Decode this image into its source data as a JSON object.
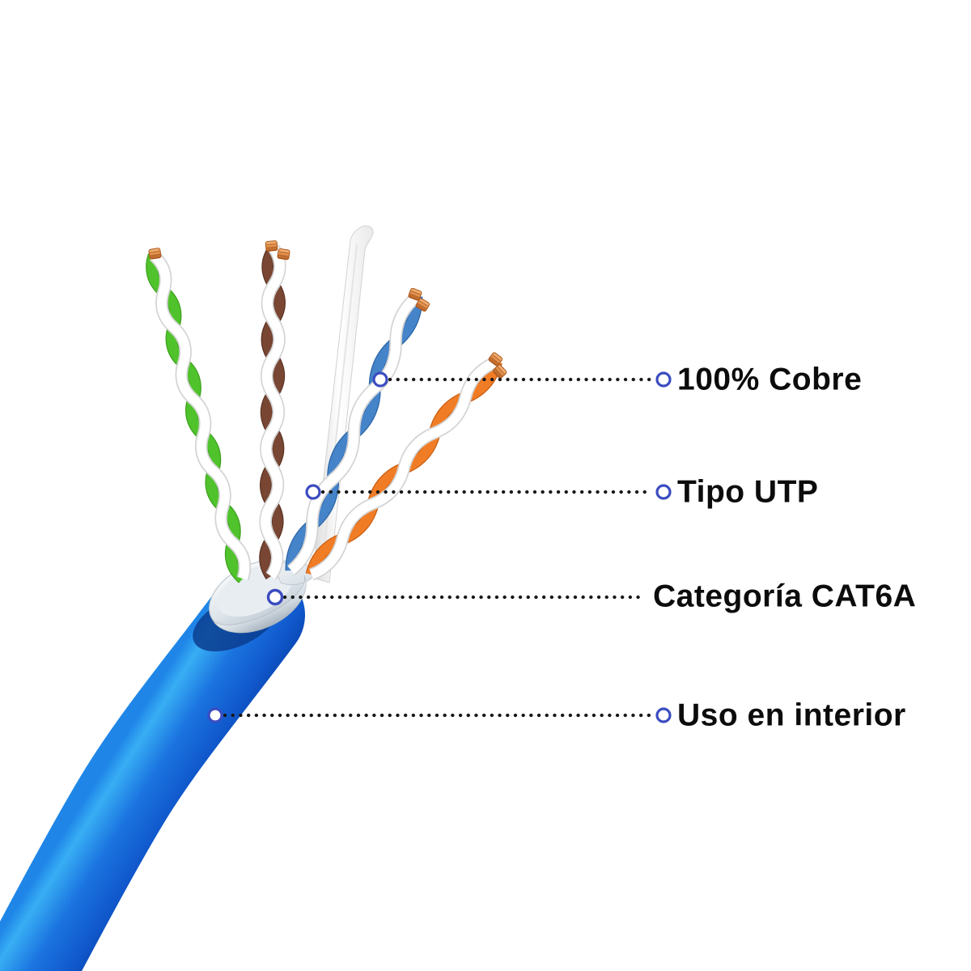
{
  "illustration": {
    "subject": "Cable de red CAT6A UTP con cubierta pelada",
    "jacket_color": "#1b74e0",
    "foil_color": "#d7dee4",
    "separator_color": "#f4f4f4",
    "pair_colors": {
      "green": "#50c32c",
      "brown": "#784633",
      "blue": "#4584c9",
      "orange": "#f07d26"
    },
    "copper_color": "#d98a4a"
  },
  "annotations": [
    {
      "label": "100% Cobre"
    },
    {
      "label": "Tipo UTP"
    },
    {
      "label": "Categoría CAT6A"
    },
    {
      "label": "Uso en interior"
    }
  ],
  "style": {
    "background": "#ffffff",
    "label_color": "#0c0c0c",
    "leader_dot_color": "#191919",
    "marker_ring_color": "#3b4cc0"
  }
}
